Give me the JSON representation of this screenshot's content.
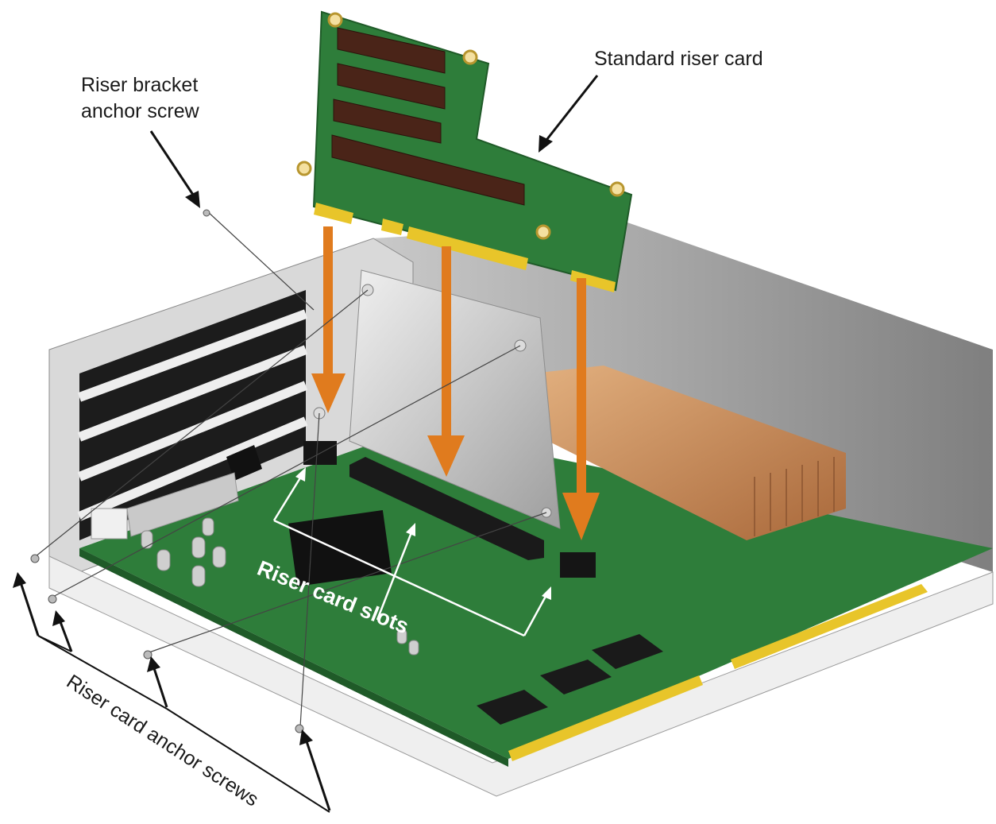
{
  "labels": {
    "standard_riser_card": "Standard riser card",
    "bracket_screw_line1": "Riser bracket",
    "bracket_screw_line2": "anchor screw",
    "riser_card_slots": "Riser card slots",
    "riser_card_anchor_screws": "Riser card anchor screws"
  },
  "colors": {
    "board_green": "#2e7d3a",
    "board_dark": "#1f5a28",
    "gold_contacts": "#e8c52a",
    "arrow_orange": "#e07b1e",
    "heatsink_copper": "#c98a55",
    "chassis_gray": "#bdbdbd",
    "bracket_silver": "#cfcfcf"
  }
}
